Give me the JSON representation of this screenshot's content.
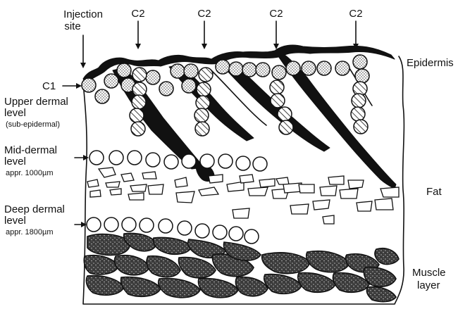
{
  "labels": {
    "injection_site": [
      "Injection",
      "site"
    ],
    "c2": "C2",
    "c1": "C1",
    "epidermis": "Epidermis",
    "upper_dermal": [
      "Upper dermal",
      "level"
    ],
    "upper_dermal_sub": "(sub-epidermal)",
    "mid_dermal": [
      "Mid-dermal",
      "level"
    ],
    "mid_dermal_depth": "appr. 1000µm",
    "deep_dermal": [
      "Deep dermal",
      "level"
    ],
    "deep_dermal_depth": "appr. 1800µm",
    "fat": "Fat",
    "muscle": [
      "Muscle",
      "layer"
    ]
  },
  "colors": {
    "ink": "#111111",
    "background": "#ffffff"
  }
}
